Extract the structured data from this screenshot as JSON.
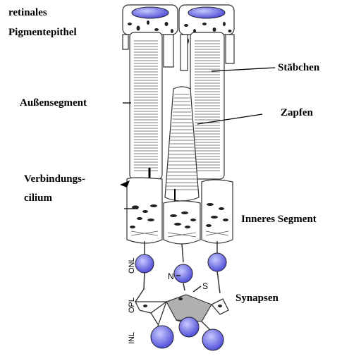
{
  "labels": {
    "rpe_line1": "retinales",
    "rpe_line2": "Pigmentepithel",
    "outer_segment": "Außensegment",
    "rods": "Stäbchen",
    "cone": "Zapfen",
    "cilium_line1": "Verbindungs-",
    "cilium_line2": "cilium",
    "inner_segment": "Inneres Segment",
    "synapses": "Synapsen",
    "nucleus_marker": "N",
    "synapse_marker": "S",
    "layer_onl": "ONL",
    "layer_opl": "OPL",
    "layer_inl": "INL"
  },
  "colors": {
    "nucleus": "#6a6ae6",
    "nucleus_highlight": "#c8c8ff",
    "synaptic_region": "#b0b0b0",
    "line": "#333333"
  }
}
